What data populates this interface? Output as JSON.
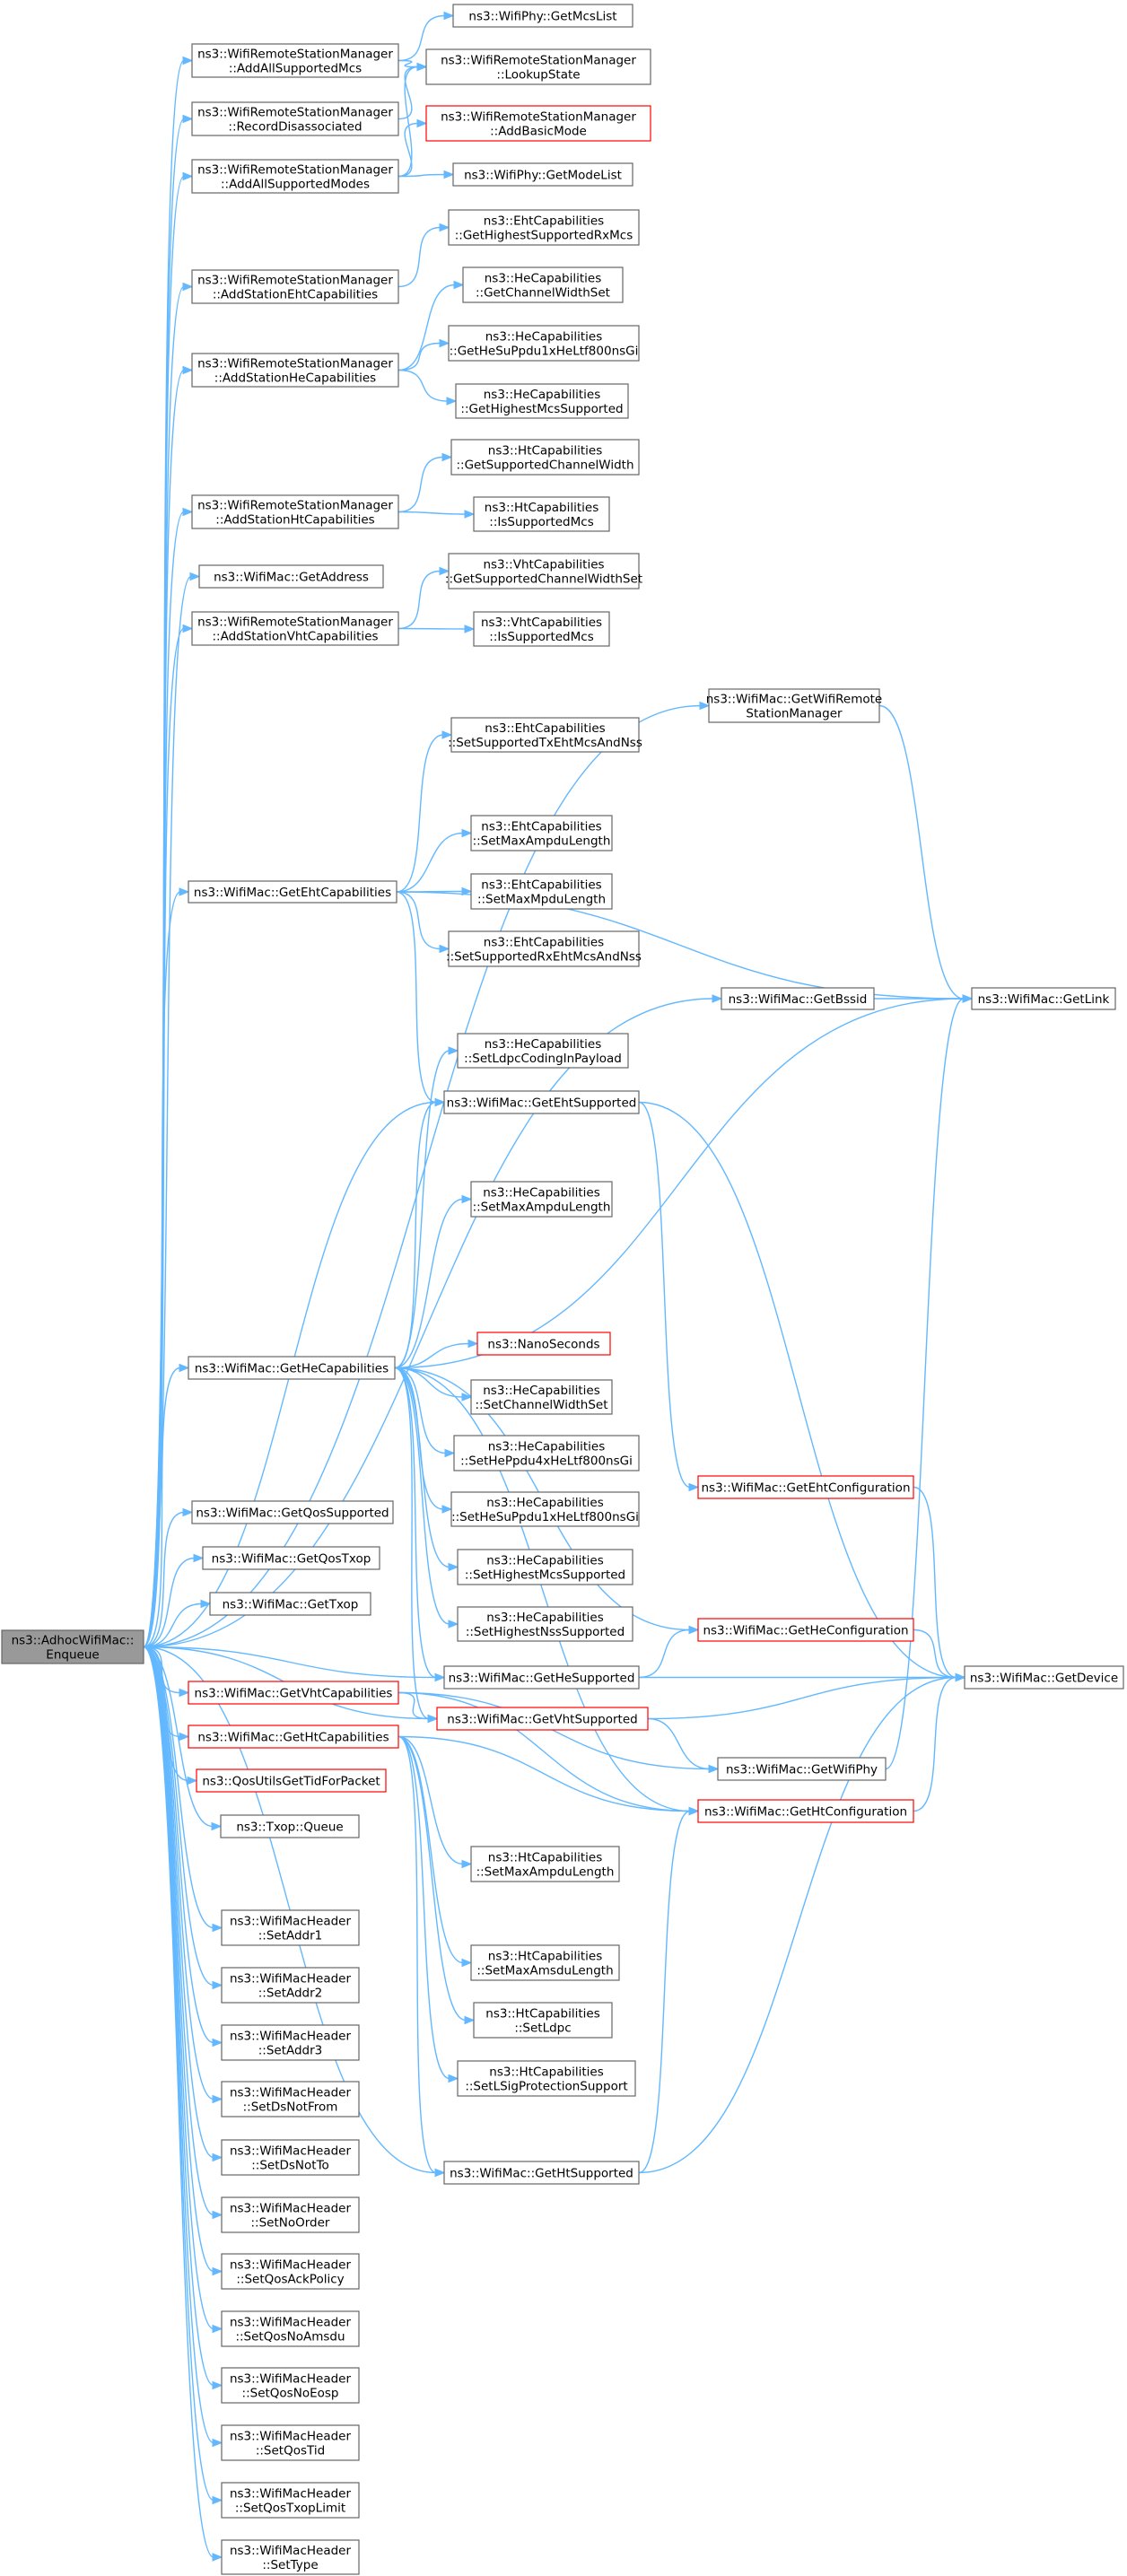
{
  "diagram": {
    "nodes": [
      {
        "id": "root",
        "lines": [
          "ns3::AdhocWifiMac::",
          "Enqueue"
        ],
        "style": "root"
      },
      {
        "id": "getMcsList",
        "lines": [
          "ns3::WifiPhy::GetMcsList"
        ],
        "style": "normal"
      },
      {
        "id": "addAllMcs",
        "lines": [
          "ns3::WifiRemoteStationManager",
          "::AddAllSupportedMcs"
        ],
        "style": "normal"
      },
      {
        "id": "lookupState",
        "lines": [
          "ns3::WifiRemoteStationManager",
          "::LookupState"
        ],
        "style": "normal"
      },
      {
        "id": "recordDisassoc",
        "lines": [
          "ns3::WifiRemoteStationManager",
          "::RecordDisassociated"
        ],
        "style": "normal"
      },
      {
        "id": "addBasicMode",
        "lines": [
          "ns3::WifiRemoteStationManager",
          "::AddBasicMode"
        ],
        "style": "red"
      },
      {
        "id": "addAllModes",
        "lines": [
          "ns3::WifiRemoteStationManager",
          "::AddAllSupportedModes"
        ],
        "style": "normal"
      },
      {
        "id": "getModeList",
        "lines": [
          "ns3::WifiPhy::GetModeList"
        ],
        "style": "normal"
      },
      {
        "id": "ehtHighestRxMcs",
        "lines": [
          "ns3::EhtCapabilities",
          "::GetHighestSupportedRxMcs"
        ],
        "style": "normal"
      },
      {
        "id": "addStaEht",
        "lines": [
          "ns3::WifiRemoteStationManager",
          "::AddStationEhtCapabilities"
        ],
        "style": "normal"
      },
      {
        "id": "heChanWidthSet",
        "lines": [
          "ns3::HeCapabilities",
          "::GetChannelWidthSet"
        ],
        "style": "normal"
      },
      {
        "id": "heSuPpdu",
        "lines": [
          "ns3::HeCapabilities",
          "::GetHeSuPpdu1xHeLtf800nsGi"
        ],
        "style": "normal"
      },
      {
        "id": "addStaHe",
        "lines": [
          "ns3::WifiRemoteStationManager",
          "::AddStationHeCapabilities"
        ],
        "style": "normal"
      },
      {
        "id": "heHighestMcs",
        "lines": [
          "ns3::HeCapabilities",
          "::GetHighestMcsSupported"
        ],
        "style": "normal"
      },
      {
        "id": "htSuppChanWidth",
        "lines": [
          "ns3::HtCapabilities",
          "::GetSupportedChannelWidth"
        ],
        "style": "normal"
      },
      {
        "id": "addStaHt",
        "lines": [
          "ns3::WifiRemoteStationManager",
          "::AddStationHtCapabilities"
        ],
        "style": "normal"
      },
      {
        "id": "htIsSuppMcs",
        "lines": [
          "ns3::HtCapabilities",
          "::IsSupportedMcs"
        ],
        "style": "normal"
      },
      {
        "id": "getAddress",
        "lines": [
          "ns3::WifiMac::GetAddress"
        ],
        "style": "normal"
      },
      {
        "id": "vhtSuppChanWidth",
        "lines": [
          "ns3::VhtCapabilities",
          "::GetSupportedChannelWidthSet"
        ],
        "style": "normal"
      },
      {
        "id": "addStaVht",
        "lines": [
          "ns3::WifiRemoteStationManager",
          "::AddStationVhtCapabilities"
        ],
        "style": "normal"
      },
      {
        "id": "vhtIsSuppMcs",
        "lines": [
          "ns3::VhtCapabilities",
          "::IsSupportedMcs"
        ],
        "style": "normal"
      },
      {
        "id": "getRsm",
        "lines": [
          "ns3::WifiMac::GetWifiRemote",
          "StationManager"
        ],
        "style": "normal"
      },
      {
        "id": "ehtSetTx",
        "lines": [
          "ns3::EhtCapabilities",
          "::SetSupportedTxEhtMcsAndNss"
        ],
        "style": "normal"
      },
      {
        "id": "ehtSetMaxAmpdu",
        "lines": [
          "ns3::EhtCapabilities",
          "::SetMaxAmpduLength"
        ],
        "style": "normal"
      },
      {
        "id": "getEhtCaps",
        "lines": [
          "ns3::WifiMac::GetEhtCapabilities"
        ],
        "style": "normal"
      },
      {
        "id": "ehtSetMaxMpdu",
        "lines": [
          "ns3::EhtCapabilities",
          "::SetMaxMpduLength"
        ],
        "style": "normal"
      },
      {
        "id": "ehtSetRx",
        "lines": [
          "ns3::EhtCapabilities",
          "::SetSupportedRxEhtMcsAndNss"
        ],
        "style": "normal"
      },
      {
        "id": "getBssid",
        "lines": [
          "ns3::WifiMac::GetBssid"
        ],
        "style": "normal"
      },
      {
        "id": "getLink",
        "lines": [
          "ns3::WifiMac::GetLink"
        ],
        "style": "normal"
      },
      {
        "id": "heSetLdpc",
        "lines": [
          "ns3::HeCapabilities",
          "::SetLdpcCodingInPayload"
        ],
        "style": "normal"
      },
      {
        "id": "getEhtSupp",
        "lines": [
          "ns3::WifiMac::GetEhtSupported"
        ],
        "style": "normal"
      },
      {
        "id": "heSetMaxAmpdu",
        "lines": [
          "ns3::HeCapabilities",
          "::SetMaxAmpduLength"
        ],
        "style": "normal"
      },
      {
        "id": "getHeCaps",
        "lines": [
          "ns3::WifiMac::GetHeCapabilities"
        ],
        "style": "normal"
      },
      {
        "id": "nanoSeconds",
        "lines": [
          "ns3::NanoSeconds"
        ],
        "style": "red"
      },
      {
        "id": "heSetChanWidth",
        "lines": [
          "ns3::HeCapabilities",
          "::SetChannelWidthSet"
        ],
        "style": "normal"
      },
      {
        "id": "heSetHePpdu4x",
        "lines": [
          "ns3::HeCapabilities",
          "::SetHePpdu4xHeLtf800nsGi"
        ],
        "style": "normal"
      },
      {
        "id": "getEhtConfig",
        "lines": [
          "ns3::WifiMac::GetEhtConfiguration"
        ],
        "style": "red"
      },
      {
        "id": "getQosSupp",
        "lines": [
          "ns3::WifiMac::GetQosSupported"
        ],
        "style": "normal"
      },
      {
        "id": "heSetHeSu1x",
        "lines": [
          "ns3::HeCapabilities",
          "::SetHeSuPpdu1xHeLtf800nsGi"
        ],
        "style": "normal"
      },
      {
        "id": "getQosTxop",
        "lines": [
          "ns3::WifiMac::GetQosTxop"
        ],
        "style": "normal"
      },
      {
        "id": "heSetHighestMcs",
        "lines": [
          "ns3::HeCapabilities",
          "::SetHighestMcsSupported"
        ],
        "style": "normal"
      },
      {
        "id": "getTxop",
        "lines": [
          "ns3::WifiMac::GetTxop"
        ],
        "style": "normal"
      },
      {
        "id": "heSetHighestNss",
        "lines": [
          "ns3::HeCapabilities",
          "::SetHighestNssSupported"
        ],
        "style": "normal"
      },
      {
        "id": "getHeConfig",
        "lines": [
          "ns3::WifiMac::GetHeConfiguration"
        ],
        "style": "red"
      },
      {
        "id": "getHeSupp",
        "lines": [
          "ns3::WifiMac::GetHeSupported"
        ],
        "style": "normal"
      },
      {
        "id": "getDevice",
        "lines": [
          "ns3::WifiMac::GetDevice"
        ],
        "style": "normal"
      },
      {
        "id": "getVhtCaps",
        "lines": [
          "ns3::WifiMac::GetVhtCapabilities"
        ],
        "style": "red"
      },
      {
        "id": "getVhtSupp",
        "lines": [
          "ns3::WifiMac::GetVhtSupported"
        ],
        "style": "red"
      },
      {
        "id": "getHtCaps",
        "lines": [
          "ns3::WifiMac::GetHtCapabilities"
        ],
        "style": "red"
      },
      {
        "id": "getWifiPhy",
        "lines": [
          "ns3::WifiMac::GetWifiPhy"
        ],
        "style": "normal"
      },
      {
        "id": "qosTid",
        "lines": [
          "ns3::QosUtilsGetTidForPacket"
        ],
        "style": "red"
      },
      {
        "id": "getHtConfig",
        "lines": [
          "ns3::WifiMac::GetHtConfiguration"
        ],
        "style": "red"
      },
      {
        "id": "txopQueue",
        "lines": [
          "ns3::Txop::Queue"
        ],
        "style": "normal"
      },
      {
        "id": "htSetMaxAmpdu",
        "lines": [
          "ns3::HtCapabilities",
          "::SetMaxAmpduLength"
        ],
        "style": "normal"
      },
      {
        "id": "setAddr1",
        "lines": [
          "ns3::WifiMacHeader",
          "::SetAddr1"
        ],
        "style": "normal"
      },
      {
        "id": "htSetMaxAmsdu",
        "lines": [
          "ns3::HtCapabilities",
          "::SetMaxAmsduLength"
        ],
        "style": "normal"
      },
      {
        "id": "setAddr2",
        "lines": [
          "ns3::WifiMacHeader",
          "::SetAddr2"
        ],
        "style": "normal"
      },
      {
        "id": "htSetLdpc",
        "lines": [
          "ns3::HtCapabilities",
          "::SetLdpc"
        ],
        "style": "normal"
      },
      {
        "id": "setAddr3",
        "lines": [
          "ns3::WifiMacHeader",
          "::SetAddr3"
        ],
        "style": "normal"
      },
      {
        "id": "htSetLSig",
        "lines": [
          "ns3::HtCapabilities",
          "::SetLSigProtectionSupport"
        ],
        "style": "normal"
      },
      {
        "id": "setDsNotFrom",
        "lines": [
          "ns3::WifiMacHeader",
          "::SetDsNotFrom"
        ],
        "style": "normal"
      },
      {
        "id": "getHtSupp",
        "lines": [
          "ns3::WifiMac::GetHtSupported"
        ],
        "style": "normal"
      },
      {
        "id": "setDsNotTo",
        "lines": [
          "ns3::WifiMacHeader",
          "::SetDsNotTo"
        ],
        "style": "normal"
      },
      {
        "id": "setNoOrder",
        "lines": [
          "ns3::WifiMacHeader",
          "::SetNoOrder"
        ],
        "style": "normal"
      },
      {
        "id": "setQosAck",
        "lines": [
          "ns3::WifiMacHeader",
          "::SetQosAckPolicy"
        ],
        "style": "normal"
      },
      {
        "id": "setQosNoAmsdu",
        "lines": [
          "ns3::WifiMacHeader",
          "::SetQosNoAmsdu"
        ],
        "style": "normal"
      },
      {
        "id": "setQosNoEosp",
        "lines": [
          "ns3::WifiMacHeader",
          "::SetQosNoEosp"
        ],
        "style": "normal"
      },
      {
        "id": "setQosTid",
        "lines": [
          "ns3::WifiMacHeader",
          "::SetQosTid"
        ],
        "style": "normal"
      },
      {
        "id": "setQosTxop",
        "lines": [
          "ns3::WifiMacHeader",
          "::SetQosTxopLimit"
        ],
        "style": "normal"
      },
      {
        "id": "setType",
        "lines": [
          "ns3::WifiMacHeader",
          "::SetType"
        ],
        "style": "normal"
      }
    ],
    "edges": [
      [
        "root",
        "addAllMcs"
      ],
      [
        "root",
        "recordDisassoc"
      ],
      [
        "root",
        "addAllModes"
      ],
      [
        "root",
        "addStaEht"
      ],
      [
        "root",
        "addStaHe"
      ],
      [
        "root",
        "addStaHt"
      ],
      [
        "root",
        "getAddress"
      ],
      [
        "root",
        "addStaVht"
      ],
      [
        "root",
        "getRsm"
      ],
      [
        "root",
        "getEhtCaps"
      ],
      [
        "root",
        "getBssid"
      ],
      [
        "root",
        "getEhtSupp"
      ],
      [
        "root",
        "getHeCaps"
      ],
      [
        "root",
        "getQosSupp"
      ],
      [
        "root",
        "getQosTxop"
      ],
      [
        "root",
        "getTxop"
      ],
      [
        "root",
        "getHeSupp"
      ],
      [
        "root",
        "getVhtCaps"
      ],
      [
        "root",
        "getVhtSupp"
      ],
      [
        "root",
        "getHtCaps"
      ],
      [
        "root",
        "qosTid"
      ],
      [
        "root",
        "txopQueue"
      ],
      [
        "root",
        "getHtSupp"
      ],
      [
        "root",
        "setAddr1"
      ],
      [
        "root",
        "setAddr2"
      ],
      [
        "root",
        "setAddr3"
      ],
      [
        "root",
        "setDsNotFrom"
      ],
      [
        "root",
        "setDsNotTo"
      ],
      [
        "root",
        "setNoOrder"
      ],
      [
        "root",
        "setQosAck"
      ],
      [
        "root",
        "setQosNoAmsdu"
      ],
      [
        "root",
        "setQosNoEosp"
      ],
      [
        "root",
        "setQosTid"
      ],
      [
        "root",
        "setQosTxop"
      ],
      [
        "root",
        "setType"
      ],
      [
        "addAllMcs",
        "getMcsList"
      ],
      [
        "addAllMcs",
        "lookupState"
      ],
      [
        "recordDisassoc",
        "lookupState"
      ],
      [
        "addAllModes",
        "lookupState"
      ],
      [
        "addAllModes",
        "addBasicMode"
      ],
      [
        "addAllModes",
        "getModeList"
      ],
      [
        "addStaEht",
        "ehtHighestRxMcs"
      ],
      [
        "addStaHe",
        "heChanWidthSet"
      ],
      [
        "addStaHe",
        "heSuPpdu"
      ],
      [
        "addStaHe",
        "heHighestMcs"
      ],
      [
        "addStaHt",
        "htSuppChanWidth"
      ],
      [
        "addStaHt",
        "htIsSuppMcs"
      ],
      [
        "addStaVht",
        "vhtSuppChanWidth"
      ],
      [
        "addStaVht",
        "vhtIsSuppMcs"
      ],
      [
        "getRsm",
        "getLink"
      ],
      [
        "getEhtCaps",
        "ehtSetTx"
      ],
      [
        "getEhtCaps",
        "ehtSetMaxAmpdu"
      ],
      [
        "getEhtCaps",
        "ehtSetMaxMpdu"
      ],
      [
        "getEhtCaps",
        "ehtSetRx"
      ],
      [
        "getEhtCaps",
        "getLink"
      ],
      [
        "getEhtCaps",
        "getEhtSupp"
      ],
      [
        "getBssid",
        "getLink"
      ],
      [
        "getEhtSupp",
        "getEhtConfig"
      ],
      [
        "getEhtSupp",
        "getDevice"
      ],
      [
        "getHeCaps",
        "heSetLdpc"
      ],
      [
        "getHeCaps",
        "getEhtSupp"
      ],
      [
        "getHeCaps",
        "heSetMaxAmpdu"
      ],
      [
        "getHeCaps",
        "nanoSeconds"
      ],
      [
        "getHeCaps",
        "heSetChanWidth"
      ],
      [
        "getHeCaps",
        "heSetHePpdu4x"
      ],
      [
        "getHeCaps",
        "heSetHeSu1x"
      ],
      [
        "getHeCaps",
        "heSetHighestMcs"
      ],
      [
        "getHeCaps",
        "heSetHighestNss"
      ],
      [
        "getHeCaps",
        "getHeSupp"
      ],
      [
        "getHeCaps",
        "getVhtSupp"
      ],
      [
        "getHeCaps",
        "getHeConfig"
      ],
      [
        "getHeCaps",
        "getHtConfig"
      ],
      [
        "getHeCaps",
        "getLink"
      ],
      [
        "getEhtConfig",
        "getDevice"
      ],
      [
        "getHeSupp",
        "getHeConfig"
      ],
      [
        "getHeSupp",
        "getDevice"
      ],
      [
        "getHeConfig",
        "getDevice"
      ],
      [
        "getVhtCaps",
        "getVhtSupp"
      ],
      [
        "getVhtCaps",
        "getWifiPhy"
      ],
      [
        "getVhtCaps",
        "getHtConfig"
      ],
      [
        "getVhtSupp",
        "getWifiPhy"
      ],
      [
        "getVhtSupp",
        "getDevice"
      ],
      [
        "getHtCaps",
        "htSetMaxAmpdu"
      ],
      [
        "getHtCaps",
        "htSetMaxAmsdu"
      ],
      [
        "getHtCaps",
        "htSetLdpc"
      ],
      [
        "getHtCaps",
        "htSetLSig"
      ],
      [
        "getHtCaps",
        "getHtSupp"
      ],
      [
        "getHtCaps",
        "getHtConfig"
      ],
      [
        "getWifiPhy",
        "getLink"
      ],
      [
        "getHtConfig",
        "getDevice"
      ],
      [
        "getHtSupp",
        "getHtConfig"
      ],
      [
        "getHtSupp",
        "getDevice"
      ]
    ]
  }
}
